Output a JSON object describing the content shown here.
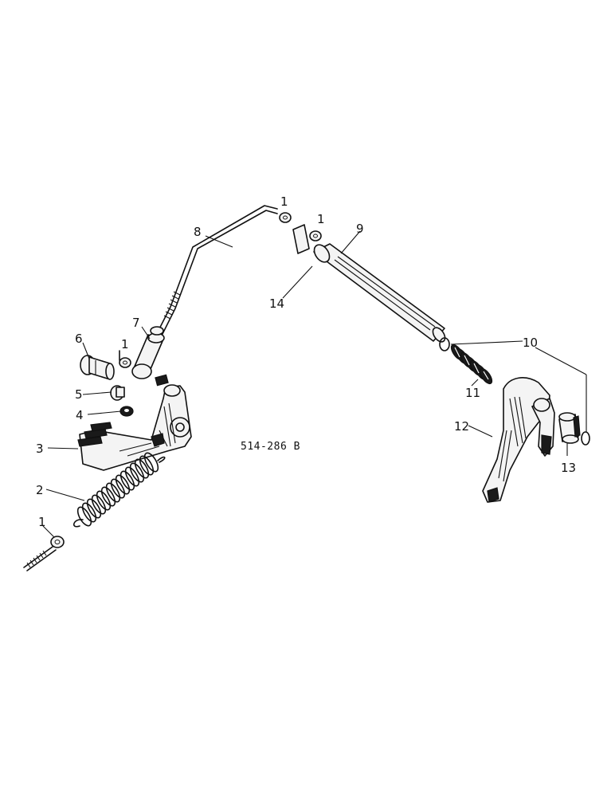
{
  "figure": {
    "reference_code": "514-286 B",
    "labels": {
      "p1": "1",
      "p1a": "1",
      "p1b": "1",
      "p2": "2",
      "p3": "3",
      "p4": "4",
      "p5": "5",
      "p6": "6",
      "p7": "7",
      "p8": "8",
      "p9": "9",
      "p10": "10",
      "p11": "11",
      "p12": "12",
      "p13": "13",
      "p14": "14"
    }
  },
  "colors": {
    "ink": "#111111",
    "paper": "#ffffff"
  }
}
